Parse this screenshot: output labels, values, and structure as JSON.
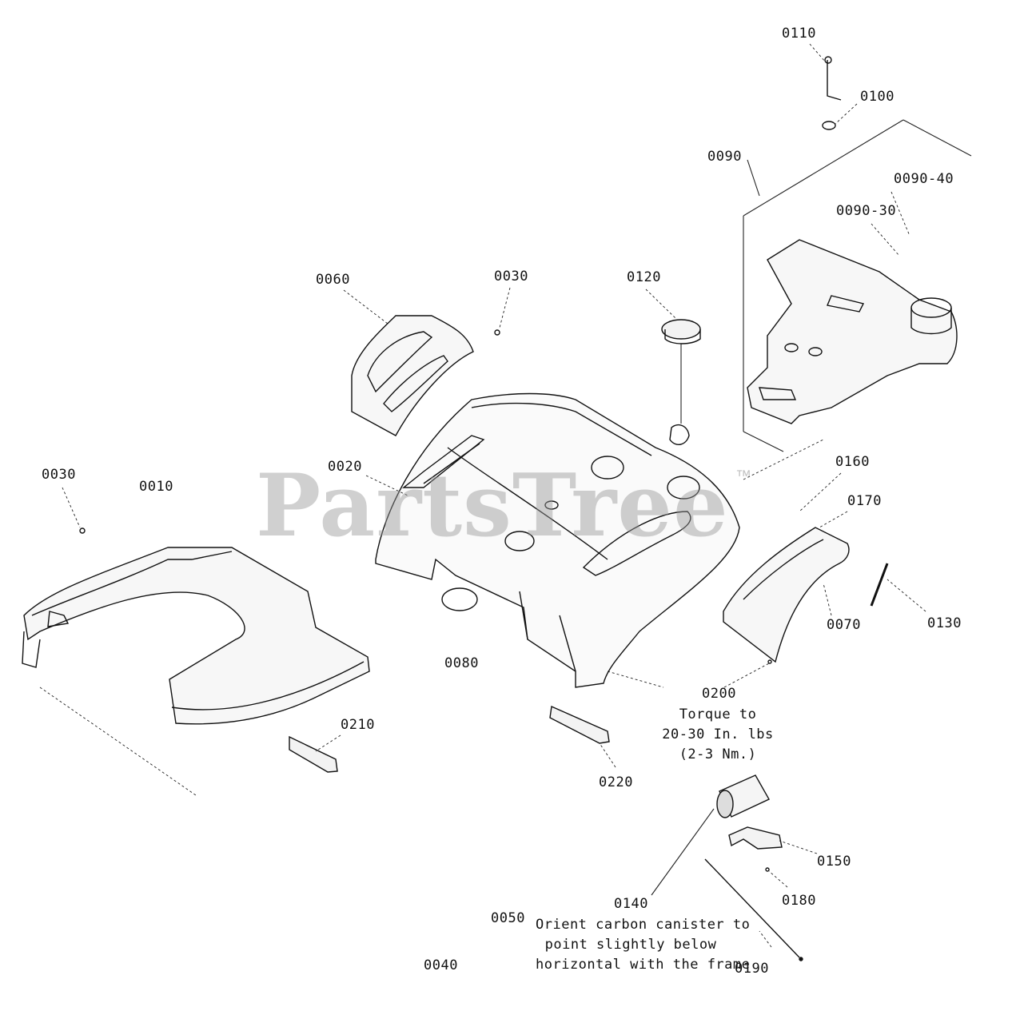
{
  "watermark": {
    "text": "PartsTree",
    "tm": "™"
  },
  "callouts": {
    "c0110": "0110",
    "c0100": "0100",
    "c0090": "0090",
    "c0090_40": "0090-40",
    "c0090_30": "0090-30",
    "c0060": "0060",
    "c0030_top": "0030",
    "c0120": "0120",
    "c0020": "0020",
    "c0030_left": "0030",
    "c0010": "0010",
    "c0160": "0160",
    "c0170": "0170",
    "c0070": "0070",
    "c0130": "0130",
    "c0080": "0080",
    "c0200": "0200",
    "c0210": "0210",
    "c0220": "0220",
    "c0150": "0150",
    "c0180": "0180",
    "c0140": "0140",
    "c0190": "0190",
    "c0050": "0050",
    "c0040": "0040"
  },
  "notes": {
    "torque": [
      "Torque to",
      "20-30 In. lbs",
      "(2-3 Nm.)"
    ],
    "canister": [
      "Orient carbon canister to",
      "point slightly below",
      "horizontal with the frame"
    ]
  }
}
